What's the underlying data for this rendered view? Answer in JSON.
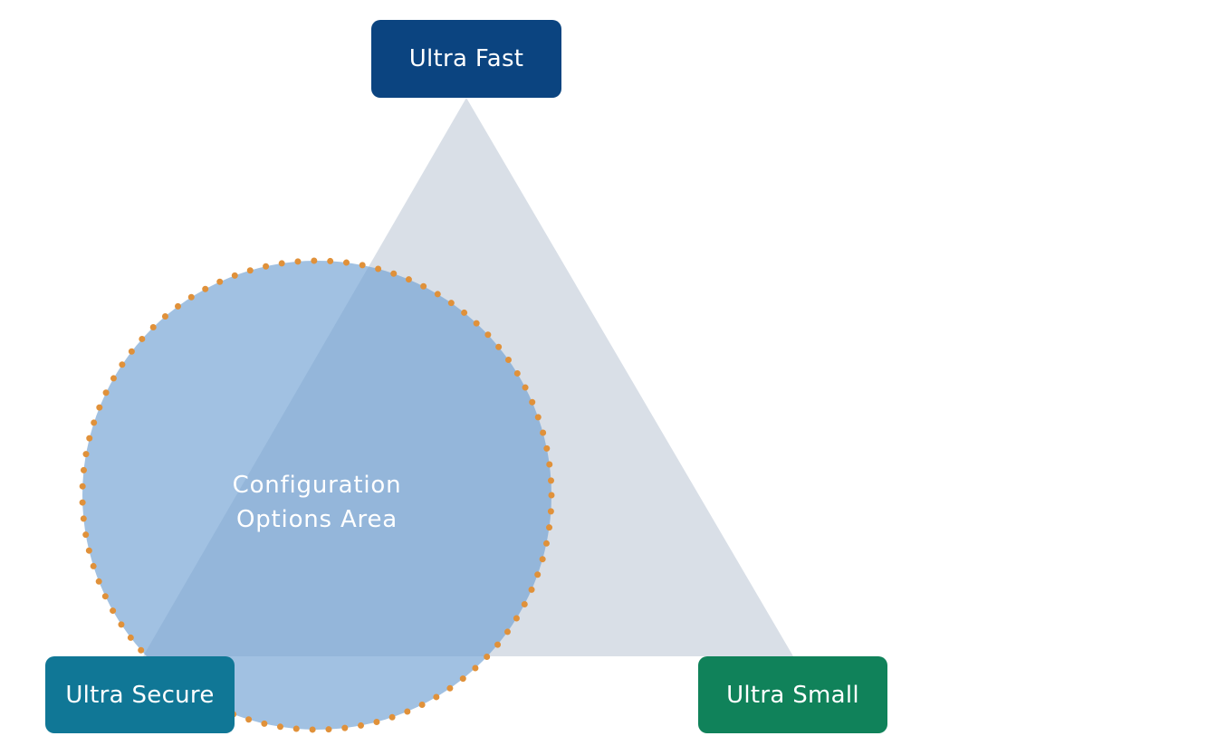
{
  "diagram": {
    "title": "Trade-off triangle",
    "vertices": [
      {
        "id": "fast",
        "label": "Ultra Fast",
        "color": "#0b4480"
      },
      {
        "id": "secure",
        "label": "Ultra Secure",
        "color": "#107796"
      },
      {
        "id": "small",
        "label": "Ultra Small",
        "color": "#10825a"
      }
    ],
    "region": {
      "line1": "Configuration",
      "line2": "Options Area",
      "fill_color": "#8bb3d9",
      "border_color": "#e0913a",
      "border_style": "dotted"
    },
    "triangle_color": "#d9dfe7"
  }
}
